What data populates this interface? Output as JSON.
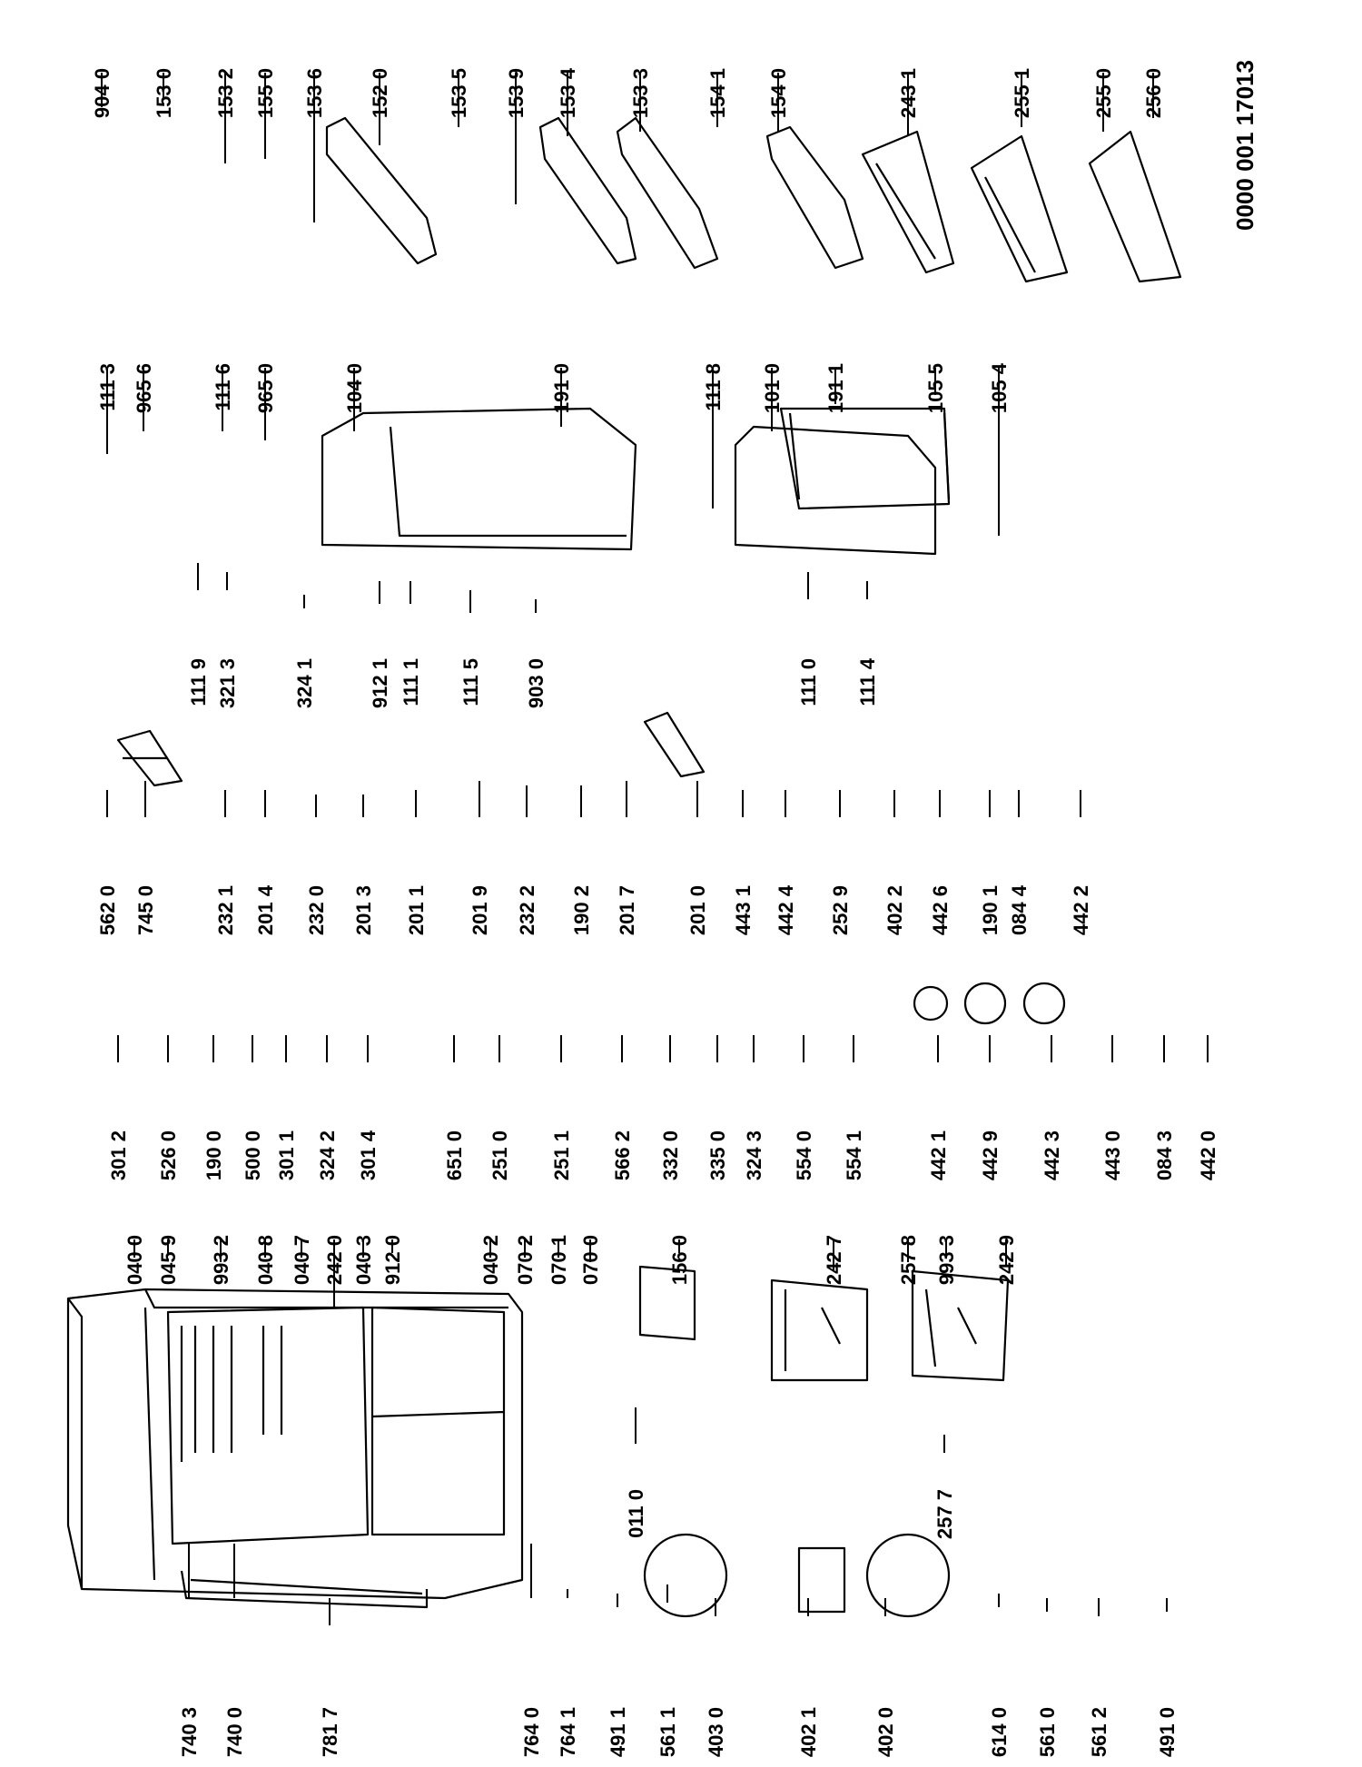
{
  "diagram": {
    "code": "0000 001 17013",
    "colors": {
      "ink": "#000000",
      "paper": "#ffffff"
    },
    "parts": [
      {
        "id": "p-9040",
        "label": "904 0"
      },
      {
        "id": "p-1530",
        "label": "153 0"
      },
      {
        "id": "p-1532",
        "label": "153 2"
      },
      {
        "id": "p-1550",
        "label": "155 0"
      },
      {
        "id": "p-1536",
        "label": "153 6"
      },
      {
        "id": "p-1520",
        "label": "152 0"
      },
      {
        "id": "p-1535",
        "label": "153 5"
      },
      {
        "id": "p-1539",
        "label": "153 9"
      },
      {
        "id": "p-1534",
        "label": "153 4"
      },
      {
        "id": "p-1533",
        "label": "153 3"
      },
      {
        "id": "p-1541",
        "label": "154 1"
      },
      {
        "id": "p-1540",
        "label": "154 0"
      },
      {
        "id": "p-2431",
        "label": "243 1"
      },
      {
        "id": "p-2551",
        "label": "255 1"
      },
      {
        "id": "p-2550",
        "label": "255 0"
      },
      {
        "id": "p-2560",
        "label": "256 0"
      },
      {
        "id": "p-1113",
        "label": "111 3"
      },
      {
        "id": "p-9656",
        "label": "965 6"
      },
      {
        "id": "p-1116",
        "label": "111 6"
      },
      {
        "id": "p-9650",
        "label": "965 0"
      },
      {
        "id": "p-1040",
        "label": "104 0"
      },
      {
        "id": "p-1910",
        "label": "191 0"
      },
      {
        "id": "p-1118",
        "label": "111 8"
      },
      {
        "id": "p-1010",
        "label": "101 0"
      },
      {
        "id": "p-1911",
        "label": "191 1"
      },
      {
        "id": "p-1055",
        "label": "105 5"
      },
      {
        "id": "p-1054",
        "label": "105 4"
      },
      {
        "id": "p-1119",
        "label": "111 9"
      },
      {
        "id": "p-3213",
        "label": "321 3"
      },
      {
        "id": "p-3241",
        "label": "324 1"
      },
      {
        "id": "p-9121",
        "label": "912 1"
      },
      {
        "id": "p-1111",
        "label": "111 1"
      },
      {
        "id": "p-1115",
        "label": "111 5"
      },
      {
        "id": "p-9030",
        "label": "903 0"
      },
      {
        "id": "p-1110",
        "label": "111 0"
      },
      {
        "id": "p-1114",
        "label": "111 4"
      },
      {
        "id": "p-5620",
        "label": "562 0"
      },
      {
        "id": "p-7450",
        "label": "745 0"
      },
      {
        "id": "p-2321",
        "label": "232 1"
      },
      {
        "id": "p-2014",
        "label": "201 4"
      },
      {
        "id": "p-2320",
        "label": "232 0"
      },
      {
        "id": "p-2013",
        "label": "201 3"
      },
      {
        "id": "p-2011",
        "label": "201 1"
      },
      {
        "id": "p-2019",
        "label": "201 9"
      },
      {
        "id": "p-2322",
        "label": "232 2"
      },
      {
        "id": "p-1902",
        "label": "190 2"
      },
      {
        "id": "p-2017",
        "label": "201 7"
      },
      {
        "id": "p-2010",
        "label": "201 0"
      },
      {
        "id": "p-4431",
        "label": "443 1"
      },
      {
        "id": "p-4424",
        "label": "442 4"
      },
      {
        "id": "p-2529",
        "label": "252 9"
      },
      {
        "id": "p-4022",
        "label": "402 2"
      },
      {
        "id": "p-4426",
        "label": "442 6"
      },
      {
        "id": "p-1901",
        "label": "190 1"
      },
      {
        "id": "p-0844",
        "label": "084 4"
      },
      {
        "id": "p-4422",
        "label": "442 2"
      },
      {
        "id": "p-3012",
        "label": "301 2"
      },
      {
        "id": "p-5260",
        "label": "526 0"
      },
      {
        "id": "p-1900",
        "label": "190 0"
      },
      {
        "id": "p-5000",
        "label": "500 0"
      },
      {
        "id": "p-3011",
        "label": "301 1"
      },
      {
        "id": "p-3242",
        "label": "324 2"
      },
      {
        "id": "p-3014",
        "label": "301 4"
      },
      {
        "id": "p-6510",
        "label": "651 0"
      },
      {
        "id": "p-2510",
        "label": "251 0"
      },
      {
        "id": "p-2511",
        "label": "251 1"
      },
      {
        "id": "p-5662",
        "label": "566 2"
      },
      {
        "id": "p-3320",
        "label": "332 0"
      },
      {
        "id": "p-3350",
        "label": "335 0"
      },
      {
        "id": "p-3243",
        "label": "324 3"
      },
      {
        "id": "p-5540",
        "label": "554 0"
      },
      {
        "id": "p-5541",
        "label": "554 1"
      },
      {
        "id": "p-4421",
        "label": "442 1"
      },
      {
        "id": "p-4429",
        "label": "442 9"
      },
      {
        "id": "p-4423",
        "label": "442 3"
      },
      {
        "id": "p-4430",
        "label": "443 0"
      },
      {
        "id": "p-0843",
        "label": "084 3"
      },
      {
        "id": "p-4420",
        "label": "442 0"
      },
      {
        "id": "p-0400",
        "label": "040 0"
      },
      {
        "id": "p-0459",
        "label": "045 9"
      },
      {
        "id": "p-9932",
        "label": "993 2"
      },
      {
        "id": "p-0408",
        "label": "040 8"
      },
      {
        "id": "p-0407",
        "label": "040 7"
      },
      {
        "id": "p-2420",
        "label": "242 0"
      },
      {
        "id": "p-0403",
        "label": "040 3"
      },
      {
        "id": "p-9120",
        "label": "912 0"
      },
      {
        "id": "p-0402",
        "label": "040 2"
      },
      {
        "id": "p-0702",
        "label": "070 2"
      },
      {
        "id": "p-0701",
        "label": "070 1"
      },
      {
        "id": "p-0700",
        "label": "070 0"
      },
      {
        "id": "p-1560",
        "label": "156 0"
      },
      {
        "id": "p-2427",
        "label": "242 7"
      },
      {
        "id": "p-2578",
        "label": "257 8"
      },
      {
        "id": "p-9933",
        "label": "993 3"
      },
      {
        "id": "p-2429",
        "label": "242 9"
      },
      {
        "id": "p-0110",
        "label": "011 0"
      },
      {
        "id": "p-2577",
        "label": "257 7"
      },
      {
        "id": "p-7403",
        "label": "740 3"
      },
      {
        "id": "p-7400",
        "label": "740 0"
      },
      {
        "id": "p-7817",
        "label": "781 7"
      },
      {
        "id": "p-7640",
        "label": "764 0"
      },
      {
        "id": "p-7641",
        "label": "764 1"
      },
      {
        "id": "p-4911",
        "label": "491 1"
      },
      {
        "id": "p-5611",
        "label": "561 1"
      },
      {
        "id": "p-4030",
        "label": "403 0"
      },
      {
        "id": "p-4021",
        "label": "402 1"
      },
      {
        "id": "p-4020",
        "label": "402 0"
      },
      {
        "id": "p-6140",
        "label": "614 0"
      },
      {
        "id": "p-5610",
        "label": "561 0"
      },
      {
        "id": "p-5612",
        "label": "561 2"
      },
      {
        "id": "p-4910",
        "label": "491 0"
      }
    ]
  }
}
